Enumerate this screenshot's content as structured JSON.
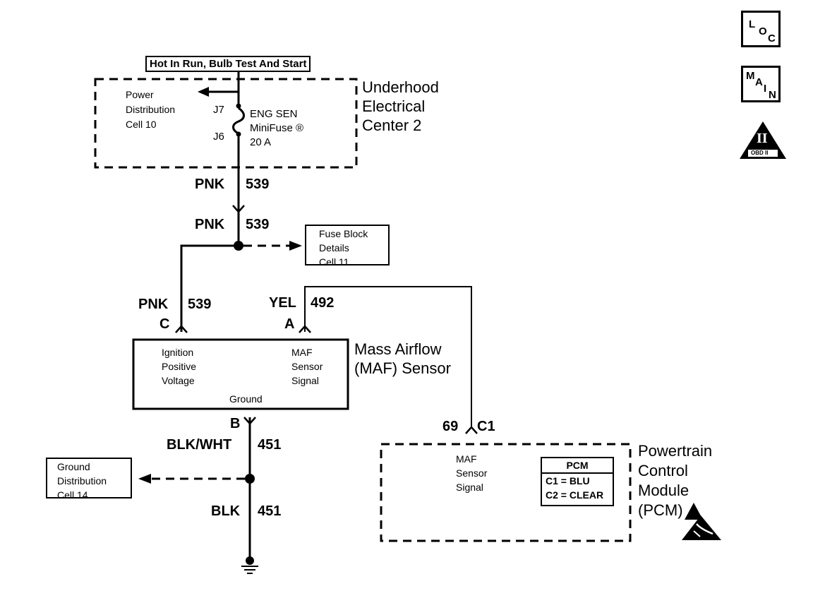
{
  "power_box": {
    "hot_label": "Hot In Run, Bulb Test And Start",
    "name": [
      "Underhood",
      "Electrical",
      "Center 2"
    ],
    "power_dist": [
      "Power",
      "Distribution",
      "Cell 10"
    ],
    "pin_top": "J7",
    "pin_bottom": "J6",
    "fuse": [
      "ENG SEN",
      "MiniFuse ®",
      "20 A"
    ]
  },
  "wires": {
    "w1_color": "PNK",
    "w1_num": "539",
    "w2_color": "PNK",
    "w2_num": "539",
    "w3_color": "PNK",
    "w3_num": "539",
    "w3_pin": "C",
    "w4_color": "YEL",
    "w4_num": "492",
    "w4_pin": "A",
    "w5_pin": "B",
    "w5_color": "BLK/WHT",
    "w5_num": "451",
    "w6_color": "BLK",
    "w6_num": "451",
    "pcm_pin": "69",
    "pcm_conn": "C1"
  },
  "fuse_block": [
    "Fuse Block",
    "Details",
    "Cell 11"
  ],
  "ground_dist": [
    "Ground",
    "Distribution",
    "Cell 14"
  ],
  "maf": {
    "name": [
      "Mass Airflow",
      "(MAF) Sensor"
    ],
    "left_label": [
      "Ignition",
      "Positive",
      "Voltage"
    ],
    "right_label": [
      "MAF",
      "Sensor",
      "Signal"
    ],
    "ground_label": "Ground"
  },
  "pcm": {
    "name": [
      "Powertrain",
      "Control",
      "Module",
      "(PCM)"
    ],
    "signal": [
      "MAF",
      "Sensor",
      "Signal"
    ],
    "table_title": "PCM",
    "c1": "C1 = BLU",
    "c2": "C2 = CLEAR"
  },
  "icons": {
    "loc": [
      "L",
      "O",
      "C"
    ],
    "main": [
      "M",
      "A",
      "I",
      "N"
    ],
    "obd_roman": "II",
    "obd_text": "OBD II"
  }
}
